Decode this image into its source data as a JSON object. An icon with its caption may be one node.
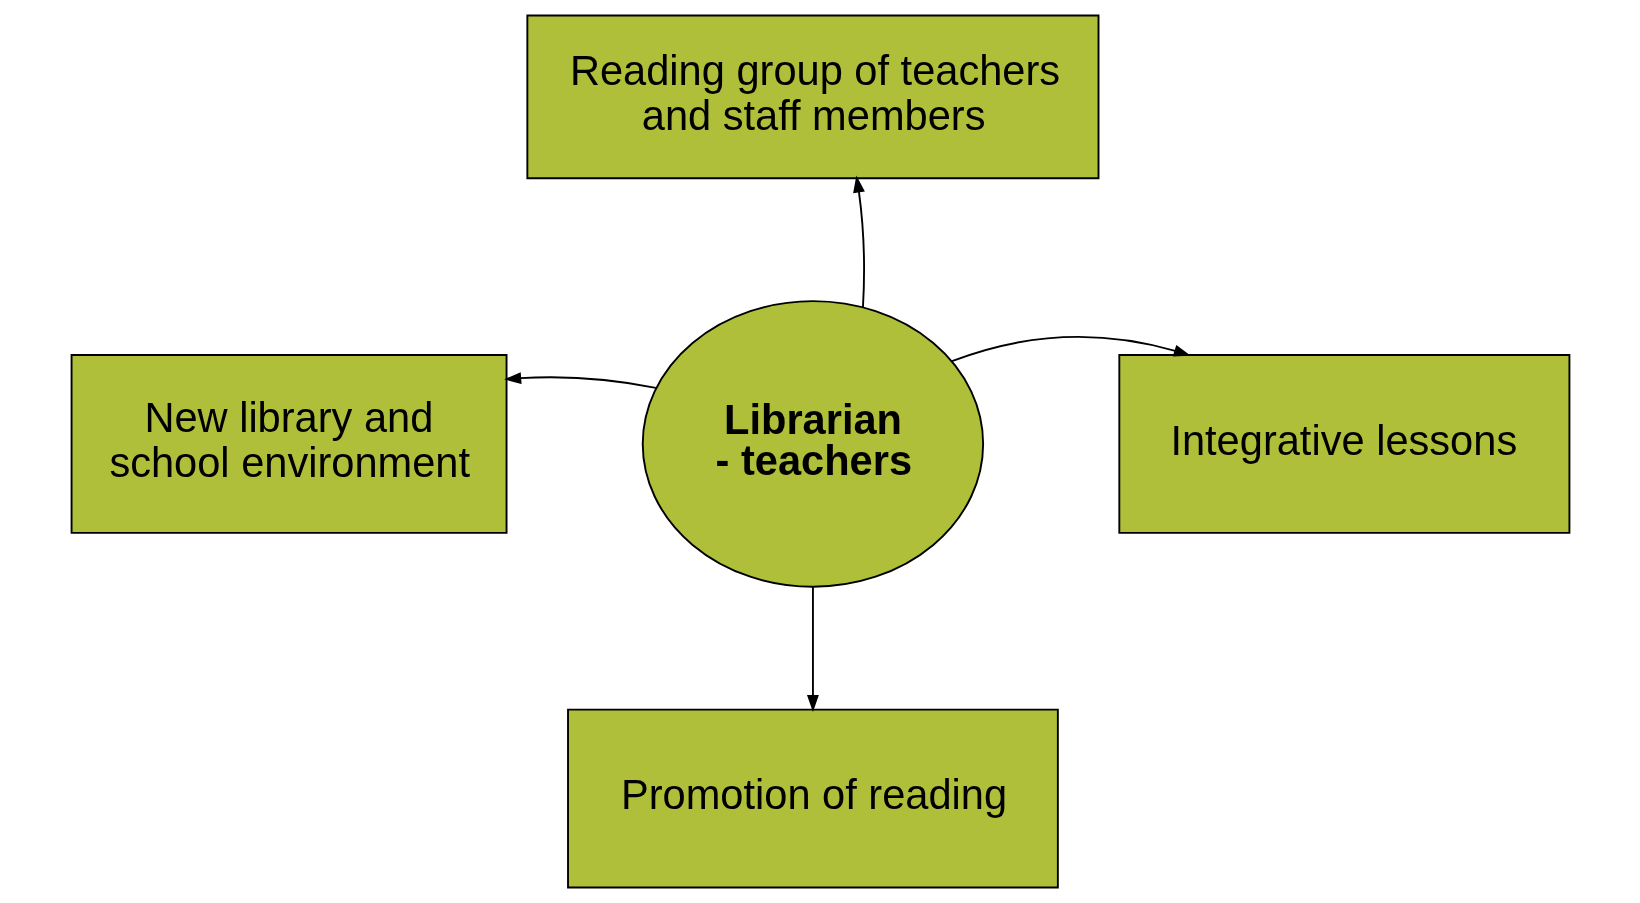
{
  "diagram": {
    "nodes": [
      {
        "text": [
          "Reading group of teachers and staff members"
        ]
      },
      {
        "text": [
          "New library and school environment"
        ]
      },
      {
        "text": [
          "Librarian - teachers"
        ]
      },
      {
        "text": [
          "Integrative lessons"
        ]
      },
      {
        "text": [
          "Promotion of reading"
        ]
      }
    ],
    "edges": [
      {
        "from": 2,
        "to": 0,
        "arrow": "to"
      },
      {
        "from": 2,
        "to": 1,
        "arrow": "to"
      },
      {
        "from": 2,
        "to": 3,
        "arrow": "to"
      },
      {
        "from": 2,
        "to": 4,
        "arrow": "to"
      }
    ]
  }
}
